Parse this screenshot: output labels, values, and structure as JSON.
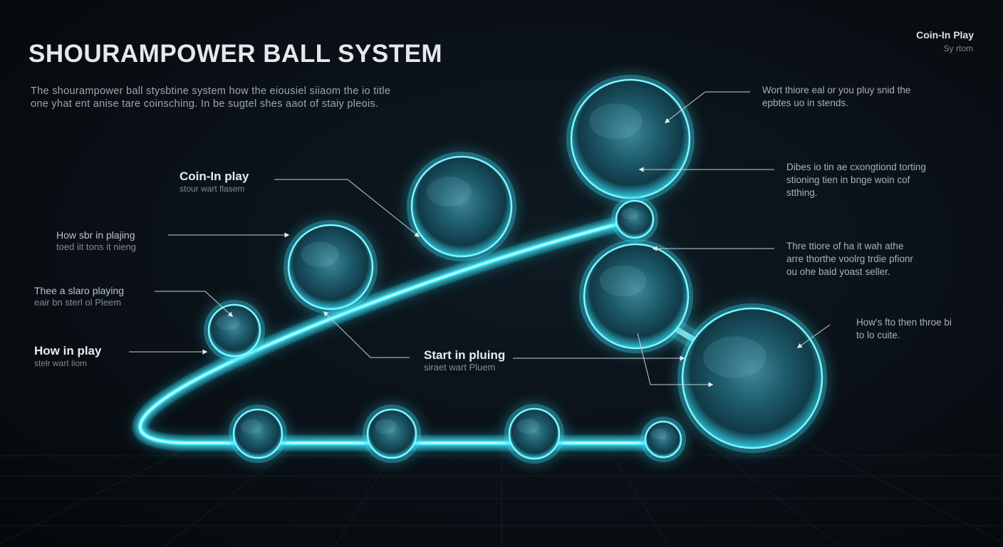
{
  "header": {
    "title": "SHOURAMPOWER BALL SYSTEM",
    "intro_line1": "The shourampower ball stysbtine system how the eiousiel siiaom the io title",
    "intro_line2": "one yhat ent anise tare coinsching. In be sugtel shes aaot of staiy pleois.",
    "corner_title": "Coin-In Play",
    "corner_sub": "Sy rtom"
  },
  "left_labels": [
    {
      "main": "Coin-In play",
      "sub": "stour wart flasem"
    },
    {
      "main": "How sbr in plajing",
      "sub": "toed iit tons it nieng"
    },
    {
      "main": "Thee a slaro playing",
      "sub": "eair bn sterl ol Pleem"
    },
    {
      "main": "How in play",
      "sub": "stelr wart liom"
    }
  ],
  "center_label": {
    "main": "Start in pluing",
    "sub": "siraet wart Pluem"
  },
  "right_notes": [
    {
      "text": "Wort thiore eal or you pluy snid the\nepbtes uo in stends."
    },
    {
      "text": "Dibes io tin ae cxongtiond torting\nstioning tien in bnge woin cof\nstthing."
    },
    {
      "text": "Thre ttiore of ha it wah athe\narre thorthe voolrg trdie pfionr\nou ohe baid yoast seller."
    },
    {
      "text": "How's fto then throe bi\nto lo cuite."
    }
  ],
  "colors": {
    "accent": "#4ff2ff",
    "glow": "#36d6ef",
    "ball_core": "#123a48",
    "ball_rim": "#7ff6ff",
    "leader": "#c7d0d4"
  }
}
